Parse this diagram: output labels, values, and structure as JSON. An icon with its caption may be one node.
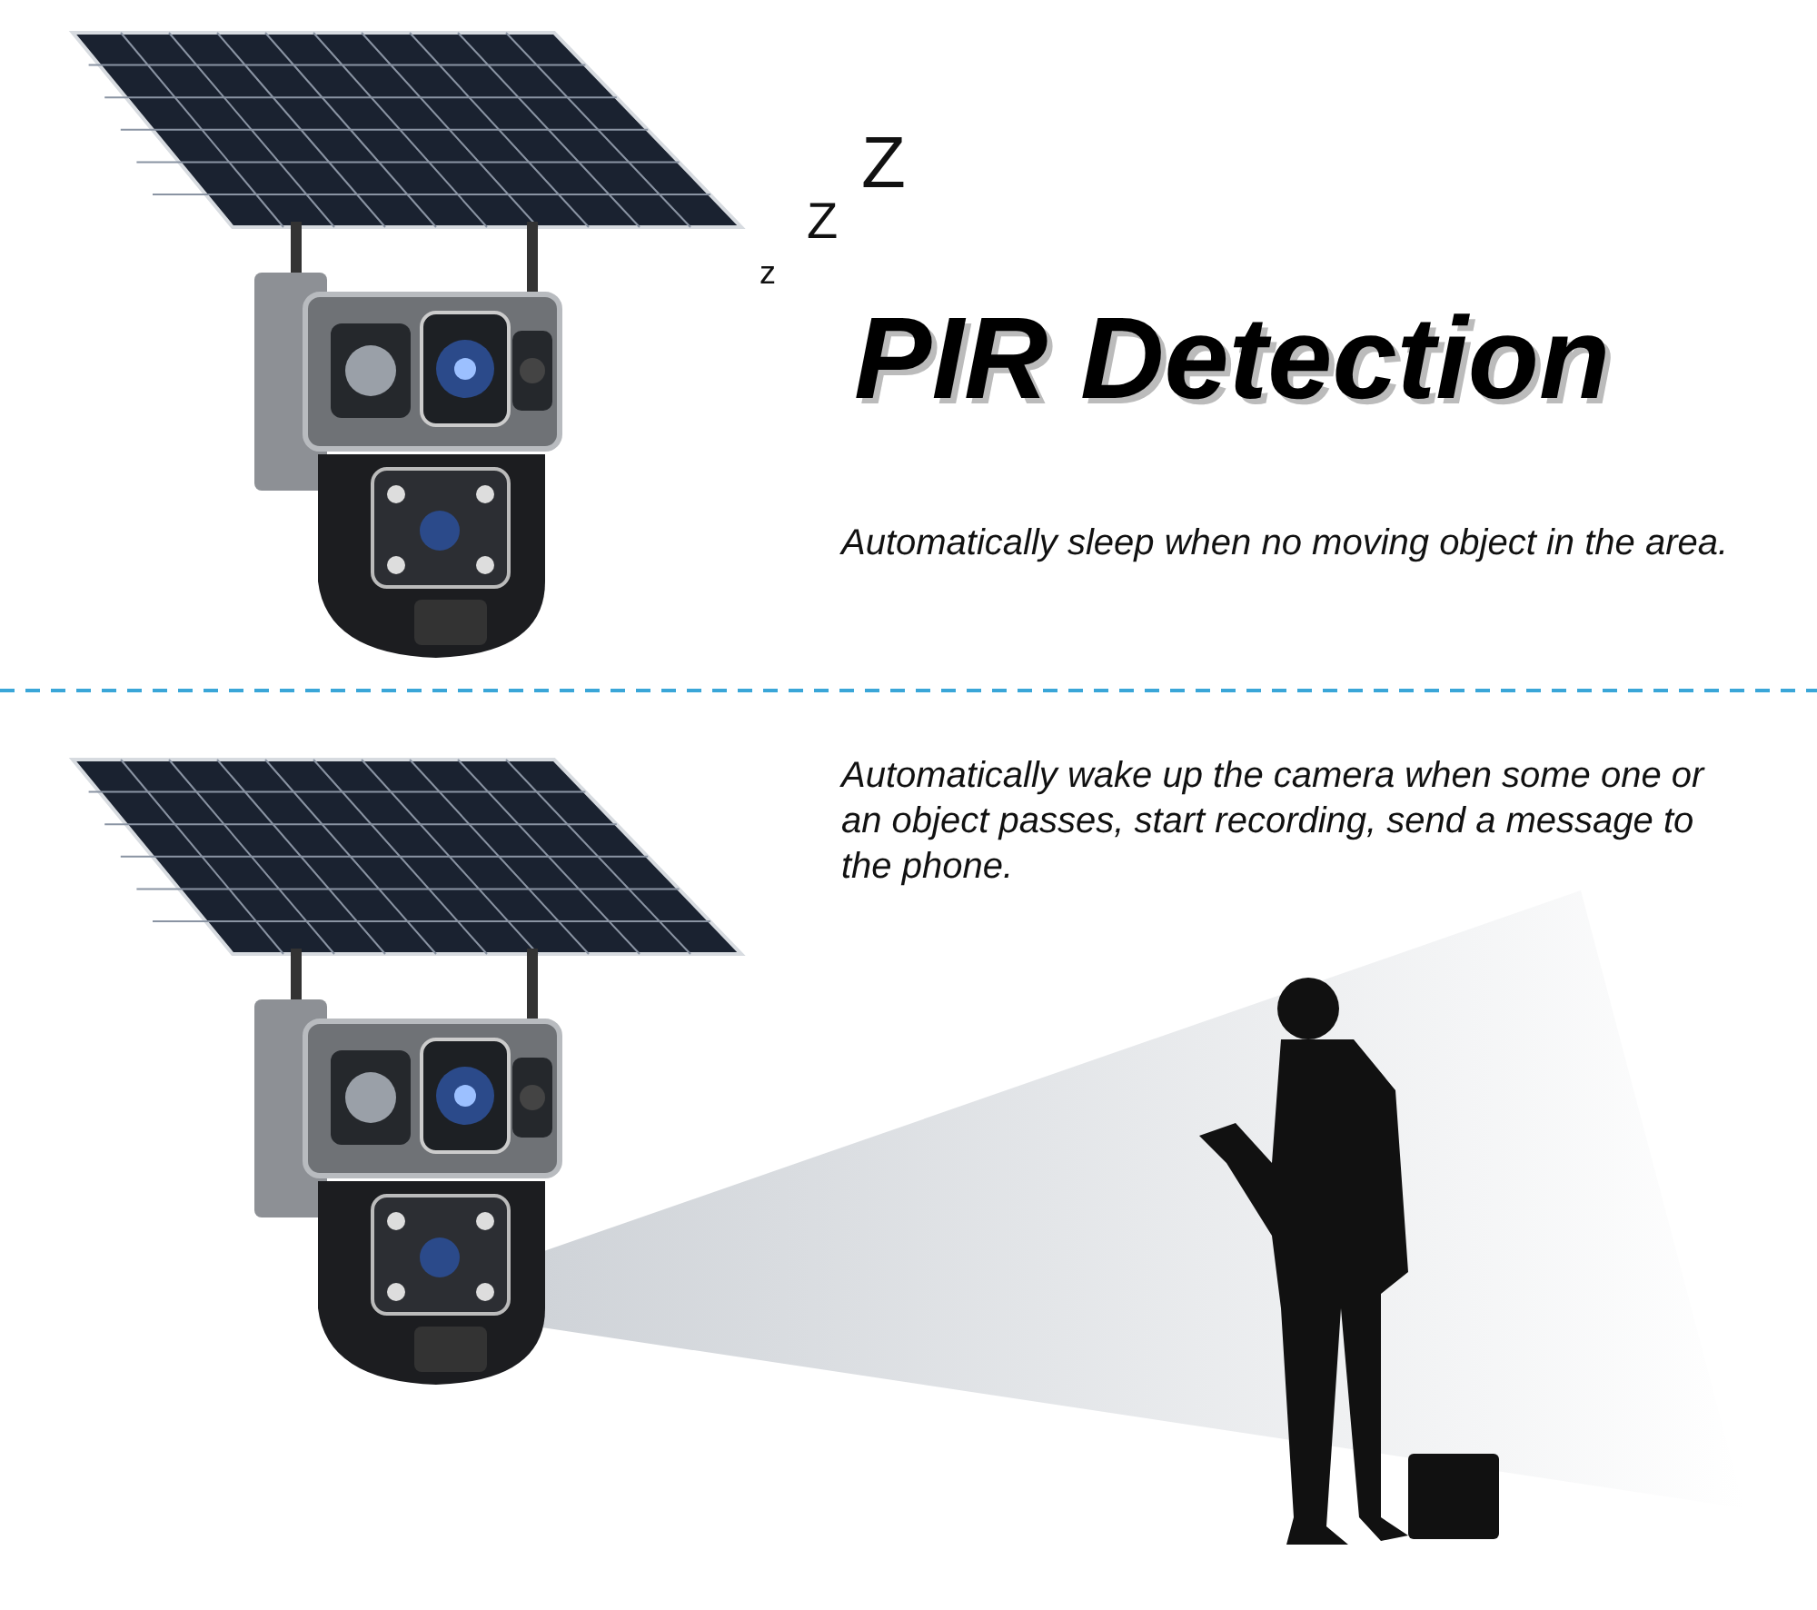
{
  "diagram": {
    "title": "PIR Detection",
    "labels": [
      "Z",
      "Z",
      "z",
      "Automatically sleep when no moving object in the area.",
      "Automatically wake up the camera when some one or an object passes, start recording, send a message to the phone."
    ]
  }
}
